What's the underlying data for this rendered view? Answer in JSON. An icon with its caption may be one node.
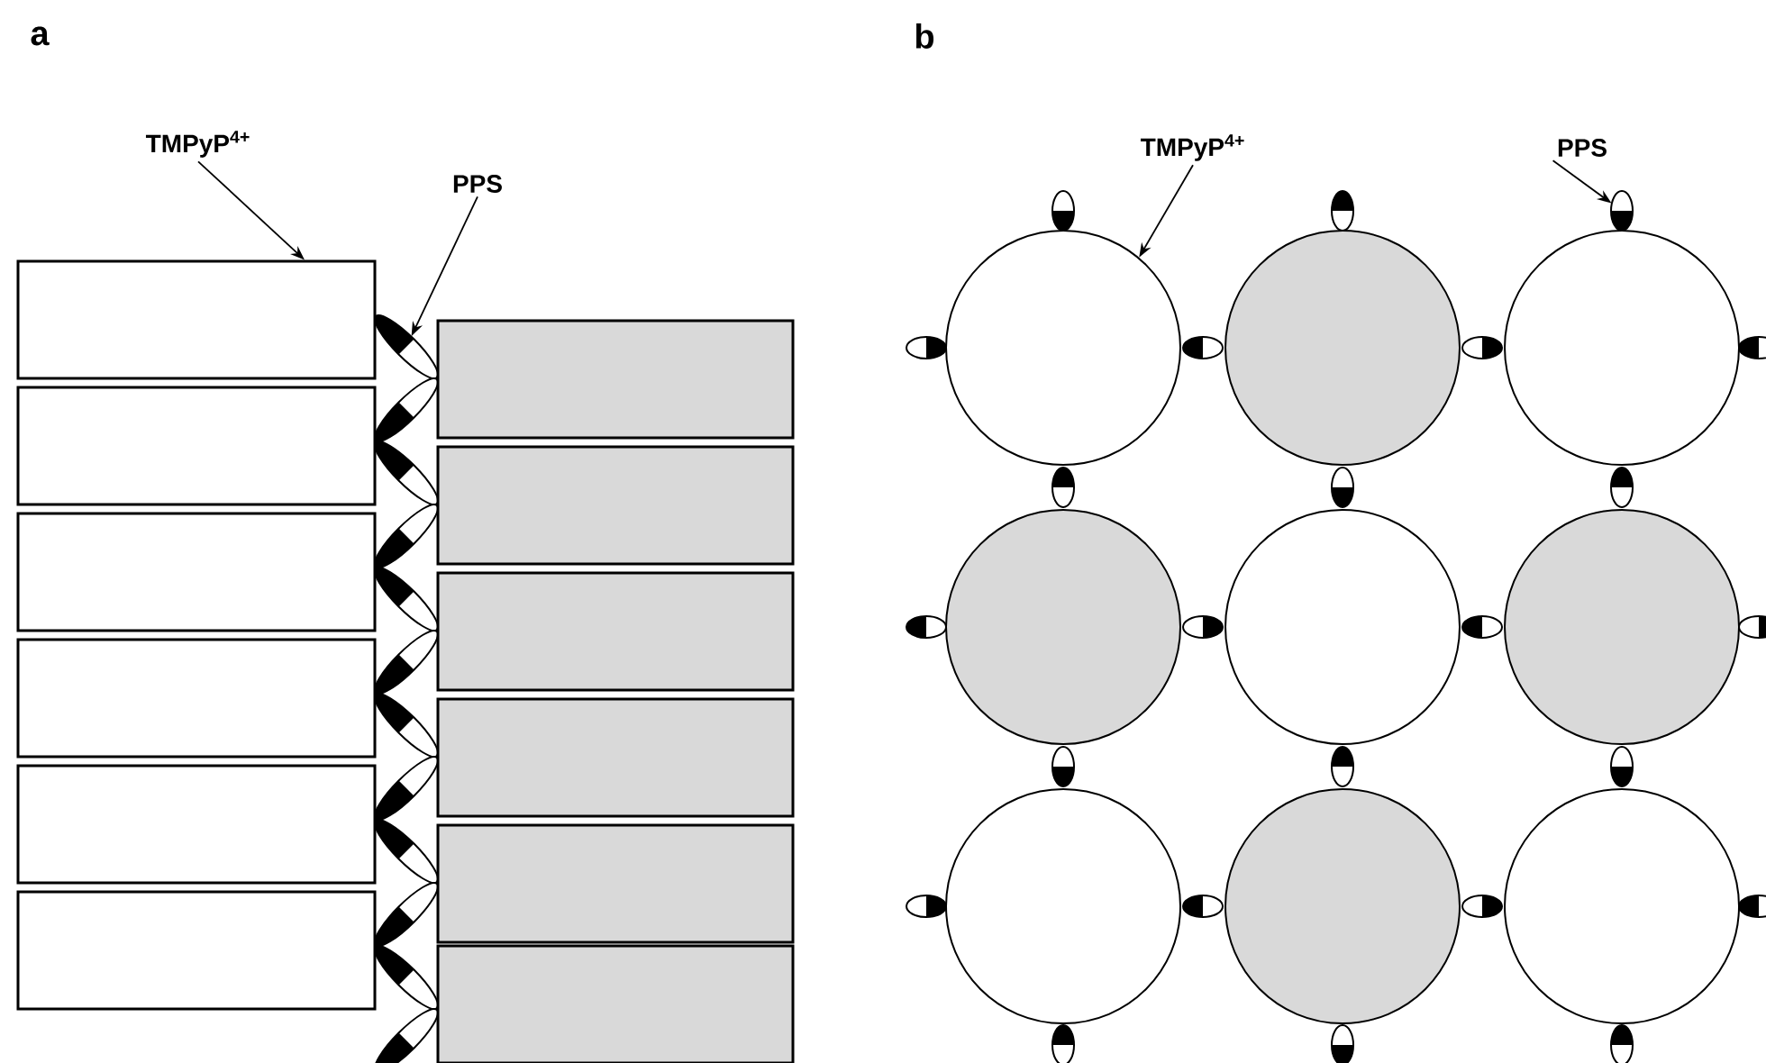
{
  "diagram": {
    "nodes": [
      {
        "text": [
          "TMPyP$^{4+}$"
        ]
      },
      {
        "text": [],
        "shape": "box"
      },
      {
        "text": [
          "PPS"
        ]
      },
      {
        "text": [],
        "shape": "oval"
      },
      {
        "text": [
          "TMPyP$^{4+}$"
        ]
      },
      {
        "text": [],
        "shape": "circle"
      },
      {
        "text": [
          "PPS"
        ]
      },
      {
        "text": [],
        "shape": "oval"
      }
    ],
    "edges": [
      {
        "from": 0,
        "to": 1,
        "arrow": "to"
      },
      {
        "from": 2,
        "to": 3,
        "arrow": "to"
      },
      {
        "from": 4,
        "to": 5,
        "arrow": "to"
      },
      {
        "from": 6,
        "to": 7,
        "arrow": "to"
      }
    ],
    "labels": [
      "a",
      "b"
    ]
  }
}
